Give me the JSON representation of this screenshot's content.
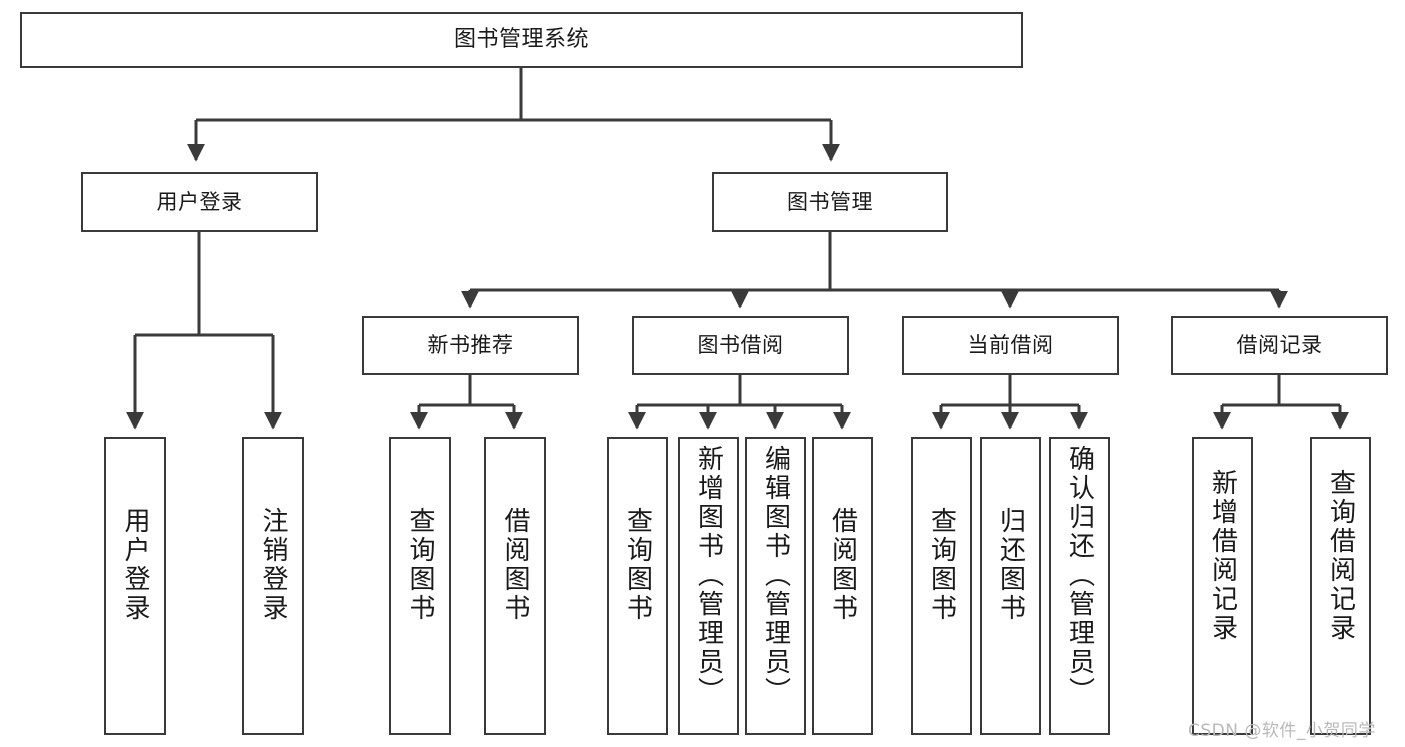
{
  "diagram": {
    "type": "tree-hierarchy-chart",
    "title": "图书管理系统",
    "line_color": "#3a3a3a",
    "box_fill": "#ffffff",
    "text_color": "#1a1a1a",
    "nodes": {
      "root": {
        "label": "图书管理系统"
      },
      "level2": [
        {
          "id": "user-login",
          "label": "用户登录"
        },
        {
          "id": "book-manage",
          "label": "图书管理"
        }
      ],
      "level3": [
        {
          "id": "new-book-recommend",
          "label": "新书推荐"
        },
        {
          "id": "book-borrow",
          "label": "图书借阅"
        },
        {
          "id": "current-borrow",
          "label": "当前借阅"
        },
        {
          "id": "borrow-record",
          "label": "借阅记录"
        }
      ],
      "leaves": {
        "user_login": [
          {
            "id": "leaf-user-login",
            "label": "用户登录"
          },
          {
            "id": "leaf-logout-login",
            "label": "注销登录"
          }
        ],
        "new_book_recommend": [
          {
            "id": "leaf-query-book-1",
            "label": "查询图书"
          },
          {
            "id": "leaf-borrow-book-1",
            "label": "借阅图书"
          }
        ],
        "book_borrow": [
          {
            "id": "leaf-query-book-2",
            "label": "查询图书"
          },
          {
            "id": "leaf-add-book",
            "label": "新增图书（管理员）"
          },
          {
            "id": "leaf-edit-book",
            "label": "编辑图书（管理员）"
          },
          {
            "id": "leaf-borrow-book-2",
            "label": "借阅图书"
          }
        ],
        "current_borrow": [
          {
            "id": "leaf-query-book-3",
            "label": "查询图书"
          },
          {
            "id": "leaf-return-book",
            "label": "归还图书"
          },
          {
            "id": "leaf-confirm-return",
            "label": "确认归还（管理员）"
          }
        ],
        "borrow_record": [
          {
            "id": "leaf-add-record",
            "label": "新增借阅记录"
          },
          {
            "id": "leaf-query-record",
            "label": "查询借阅记录"
          }
        ]
      }
    }
  },
  "watermark": {
    "text": "CSDN @软件_小贺同学"
  }
}
